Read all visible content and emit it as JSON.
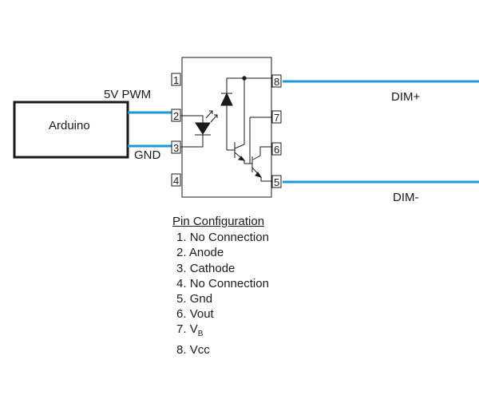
{
  "labels": {
    "arduino": "Arduino",
    "pwm": "5V PWM",
    "gnd": "GND",
    "dim_plus": "DIM+",
    "dim_minus": "DIM-"
  },
  "pins": [
    "1",
    "2",
    "3",
    "4",
    "5",
    "6",
    "7",
    "8"
  ],
  "pin_config": {
    "title": "Pin Configuration",
    "items": [
      {
        "num": "1.",
        "name": "No Connection"
      },
      {
        "num": "2.",
        "name": "Anode"
      },
      {
        "num": "3.",
        "name": "Cathode"
      },
      {
        "num": "4.",
        "name": "No Connection"
      },
      {
        "num": "5.",
        "name": "Gnd"
      },
      {
        "num": "6.",
        "name": "Vout"
      },
      {
        "num": "7.",
        "name": "V",
        "sub": "B"
      },
      {
        "num": "8.",
        "name": "Vcc"
      }
    ]
  },
  "colors": {
    "wire": "#1a9ad6",
    "line": "#1a1a1a"
  }
}
